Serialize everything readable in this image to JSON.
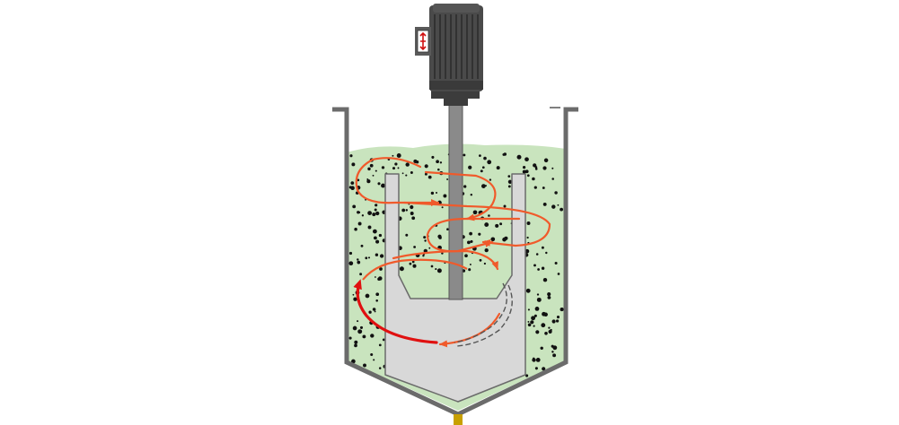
{
  "diagram": {
    "type": "stirred-tank-mixer",
    "colors": {
      "background": "#ffffff",
      "tank_wall": "#6b6b6b",
      "liquid": "#c9e4be",
      "particles": "#111111",
      "impeller": "#d8d8d8",
      "impeller_outline": "#6b6b6b",
      "shaft": "#8a8a8a",
      "motor": "#4a4a4a",
      "flow_arrows": "#f05a2b",
      "flow_arrows_strong": "#e01010",
      "motor_badge": "#d01010"
    },
    "icons": {
      "motor_badge": "rotation-direction-icon"
    },
    "components": [
      "motor",
      "shaft",
      "tank",
      "liquid",
      "anchor-impeller",
      "flow-arrows"
    ]
  }
}
